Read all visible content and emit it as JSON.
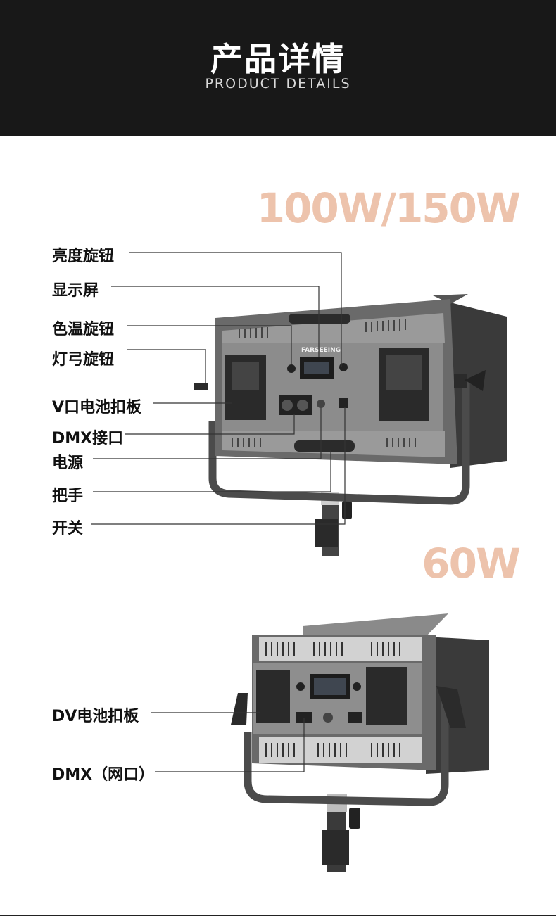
{
  "header": {
    "title_cn": "产品详情",
    "title_en": "PRODUCT DETAILS"
  },
  "models": {
    "large": "100W/150W",
    "small": "60W"
  },
  "callouts_large": [
    "亮度旋钮",
    "显示屏",
    "色温旋钮",
    "灯弓旋钮",
    "V口电池扣板",
    "DMX接口",
    "电源",
    "把手",
    "开关"
  ],
  "callouts_small": [
    "DV电池扣板",
    "DMX（网口）"
  ],
  "brand_label": "FARSEEING"
}
